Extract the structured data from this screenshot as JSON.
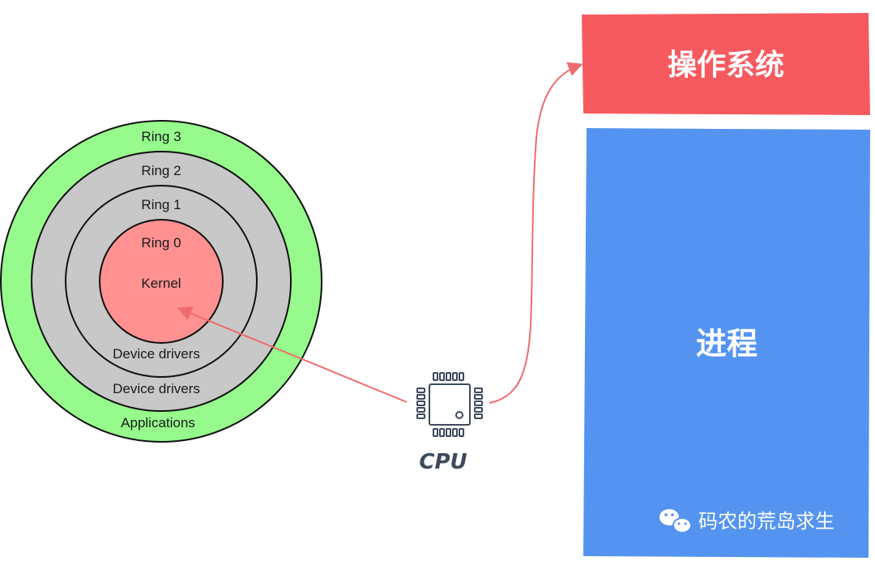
{
  "rings": {
    "ring3": "Ring 3",
    "ring2": "Ring 2",
    "ring1": "Ring 1",
    "ring0": "Ring 0",
    "kernel": "Kernel",
    "drivers_inner": "Device drivers",
    "drivers_outer": "Device drivers",
    "applications": "Applications"
  },
  "cpu": {
    "label": "CPU"
  },
  "os_box": {
    "label": "操作系统"
  },
  "process_box": {
    "label": "进程"
  },
  "watermark": {
    "text": "码农的荒岛求生"
  },
  "colors": {
    "ring3": "#96fa8c",
    "ring_gray": "#c8c8c8",
    "ring0": "#ff9191",
    "os_box": "#f65a5f",
    "process_box": "#5494f0",
    "arrow": "#f06b6b",
    "cpu": "#3d4a5c"
  }
}
